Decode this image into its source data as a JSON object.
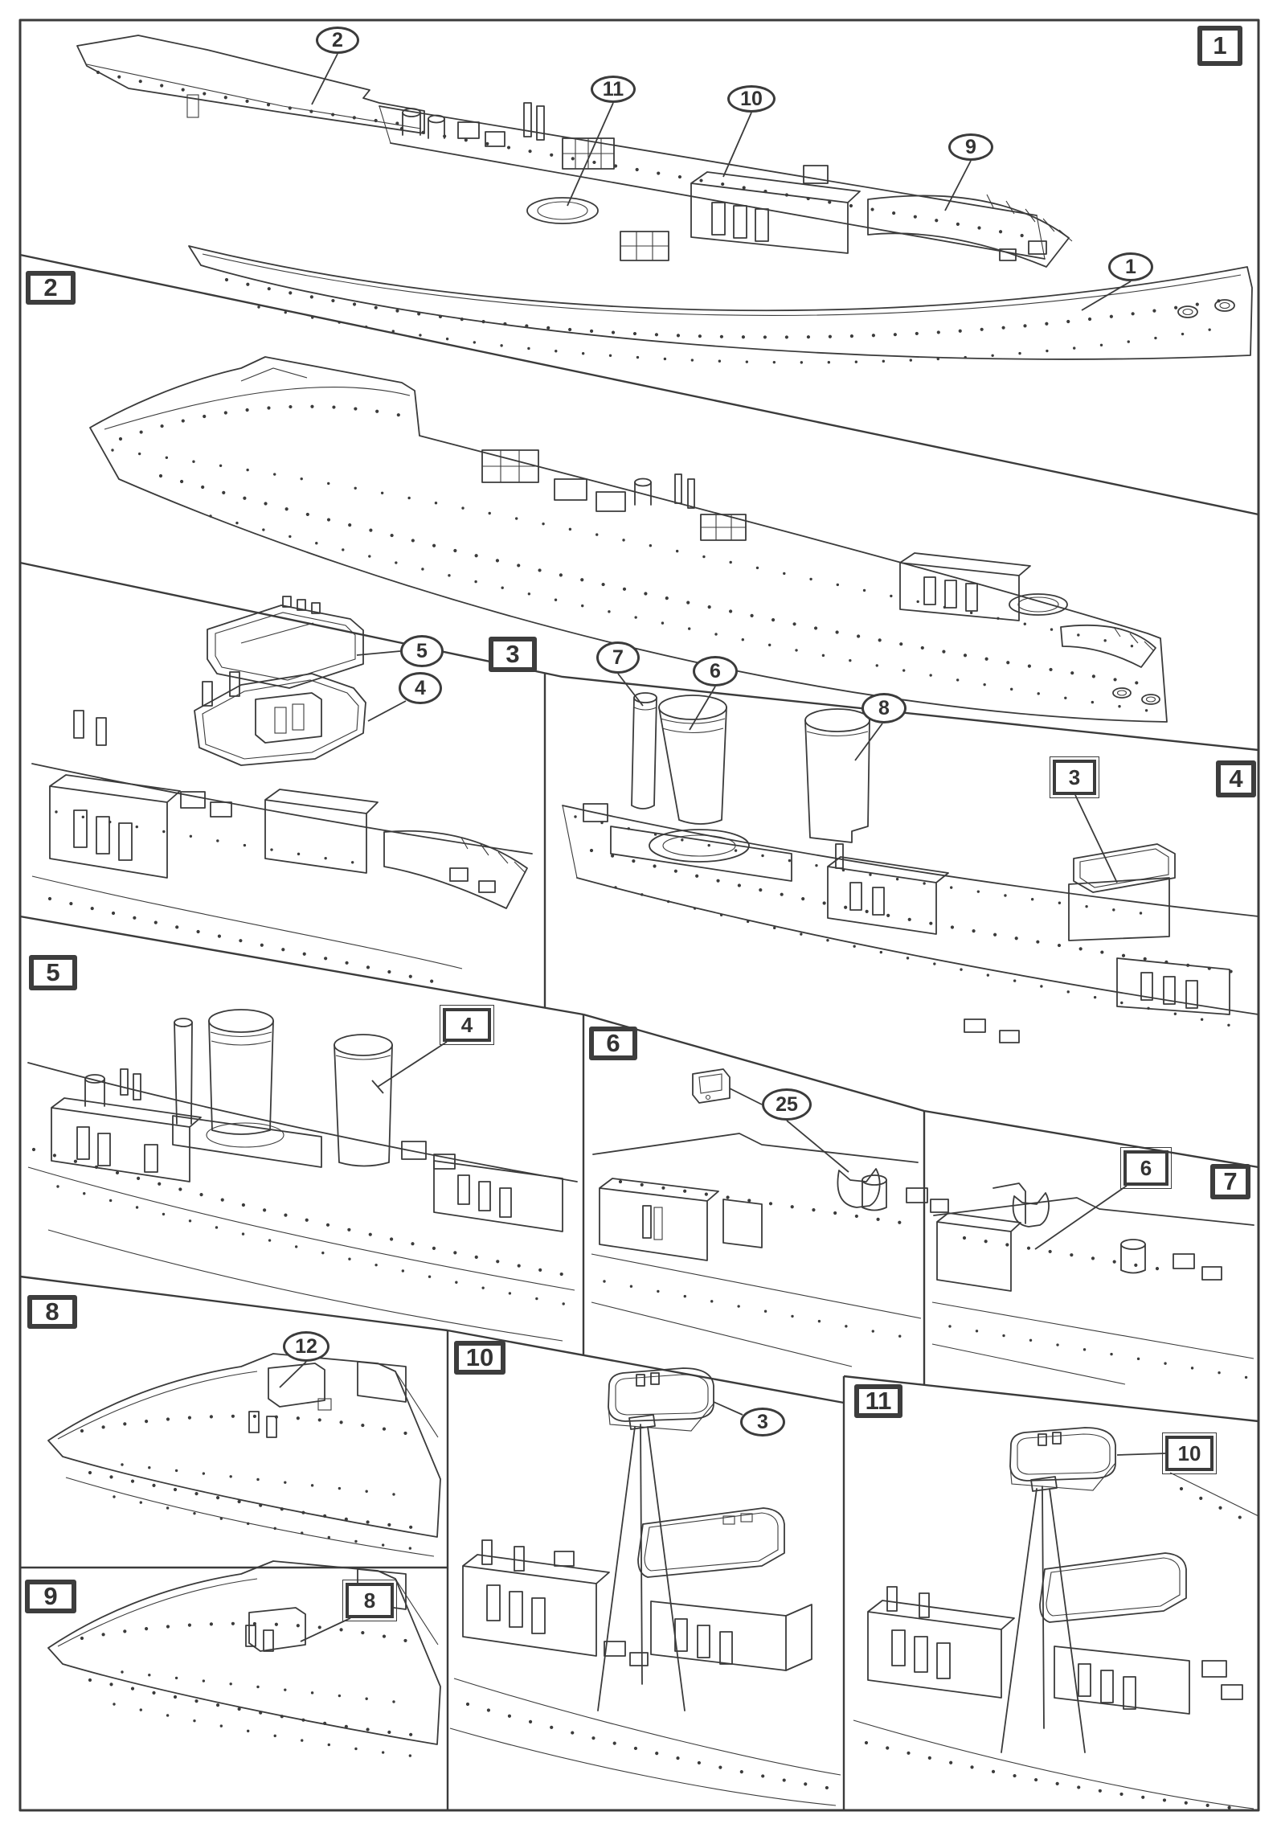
{
  "document": {
    "kind": "model-kit-assembly-instructions",
    "subject": "warship line-art diagram",
    "background_color": "#ffffff",
    "ink_color": "#3b3b3b",
    "page_border": "single rectangular rule",
    "panel_count": 11
  },
  "legend": {
    "ellipse_callout_meaning": "part number",
    "boxed_callout_meaning": "sub-assembly from earlier step"
  },
  "panels": [
    {
      "id": "1",
      "callouts": [
        {
          "num": "2",
          "shape": "ellipse"
        },
        {
          "num": "11",
          "shape": "ellipse"
        },
        {
          "num": "10",
          "shape": "ellipse"
        },
        {
          "num": "9",
          "shape": "ellipse"
        },
        {
          "num": "1",
          "shape": "ellipse"
        }
      ]
    },
    {
      "id": "2",
      "callouts": []
    },
    {
      "id": "3",
      "callouts": [
        {
          "num": "5",
          "shape": "ellipse"
        },
        {
          "num": "4",
          "shape": "ellipse"
        }
      ]
    },
    {
      "id": "4",
      "callouts": [
        {
          "num": "7",
          "shape": "ellipse"
        },
        {
          "num": "6",
          "shape": "ellipse"
        },
        {
          "num": "8",
          "shape": "ellipse"
        },
        {
          "num": "3",
          "shape": "box"
        }
      ]
    },
    {
      "id": "5",
      "callouts": [
        {
          "num": "4",
          "shape": "box"
        }
      ]
    },
    {
      "id": "6",
      "callouts": [
        {
          "num": "25",
          "shape": "ellipse"
        }
      ]
    },
    {
      "id": "7",
      "callouts": [
        {
          "num": "6",
          "shape": "box"
        }
      ]
    },
    {
      "id": "8",
      "callouts": [
        {
          "num": "12",
          "shape": "ellipse"
        }
      ]
    },
    {
      "id": "9",
      "callouts": [
        {
          "num": "8",
          "shape": "box"
        }
      ]
    },
    {
      "id": "10",
      "callouts": [
        {
          "num": "3",
          "shape": "ellipse"
        }
      ]
    },
    {
      "id": "11",
      "callouts": [
        {
          "num": "10",
          "shape": "box"
        }
      ]
    }
  ]
}
